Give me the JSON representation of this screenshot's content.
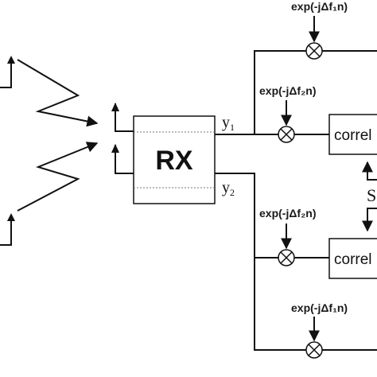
{
  "rx_label": "RX",
  "outputs": {
    "y1": "y",
    "y1_sub": "1",
    "y2": "y",
    "y2_sub": "2"
  },
  "mixer_labels": {
    "top": "exp(-jΔf₁n)",
    "upper": "exp(-jΔf₂n)",
    "lower": "exp(-jΔf₂n)",
    "bottom": "exp(-jΔf₁n)"
  },
  "blocks": {
    "correl_upper": "correl",
    "correl_lower": "correl"
  },
  "mid_label": "S"
}
